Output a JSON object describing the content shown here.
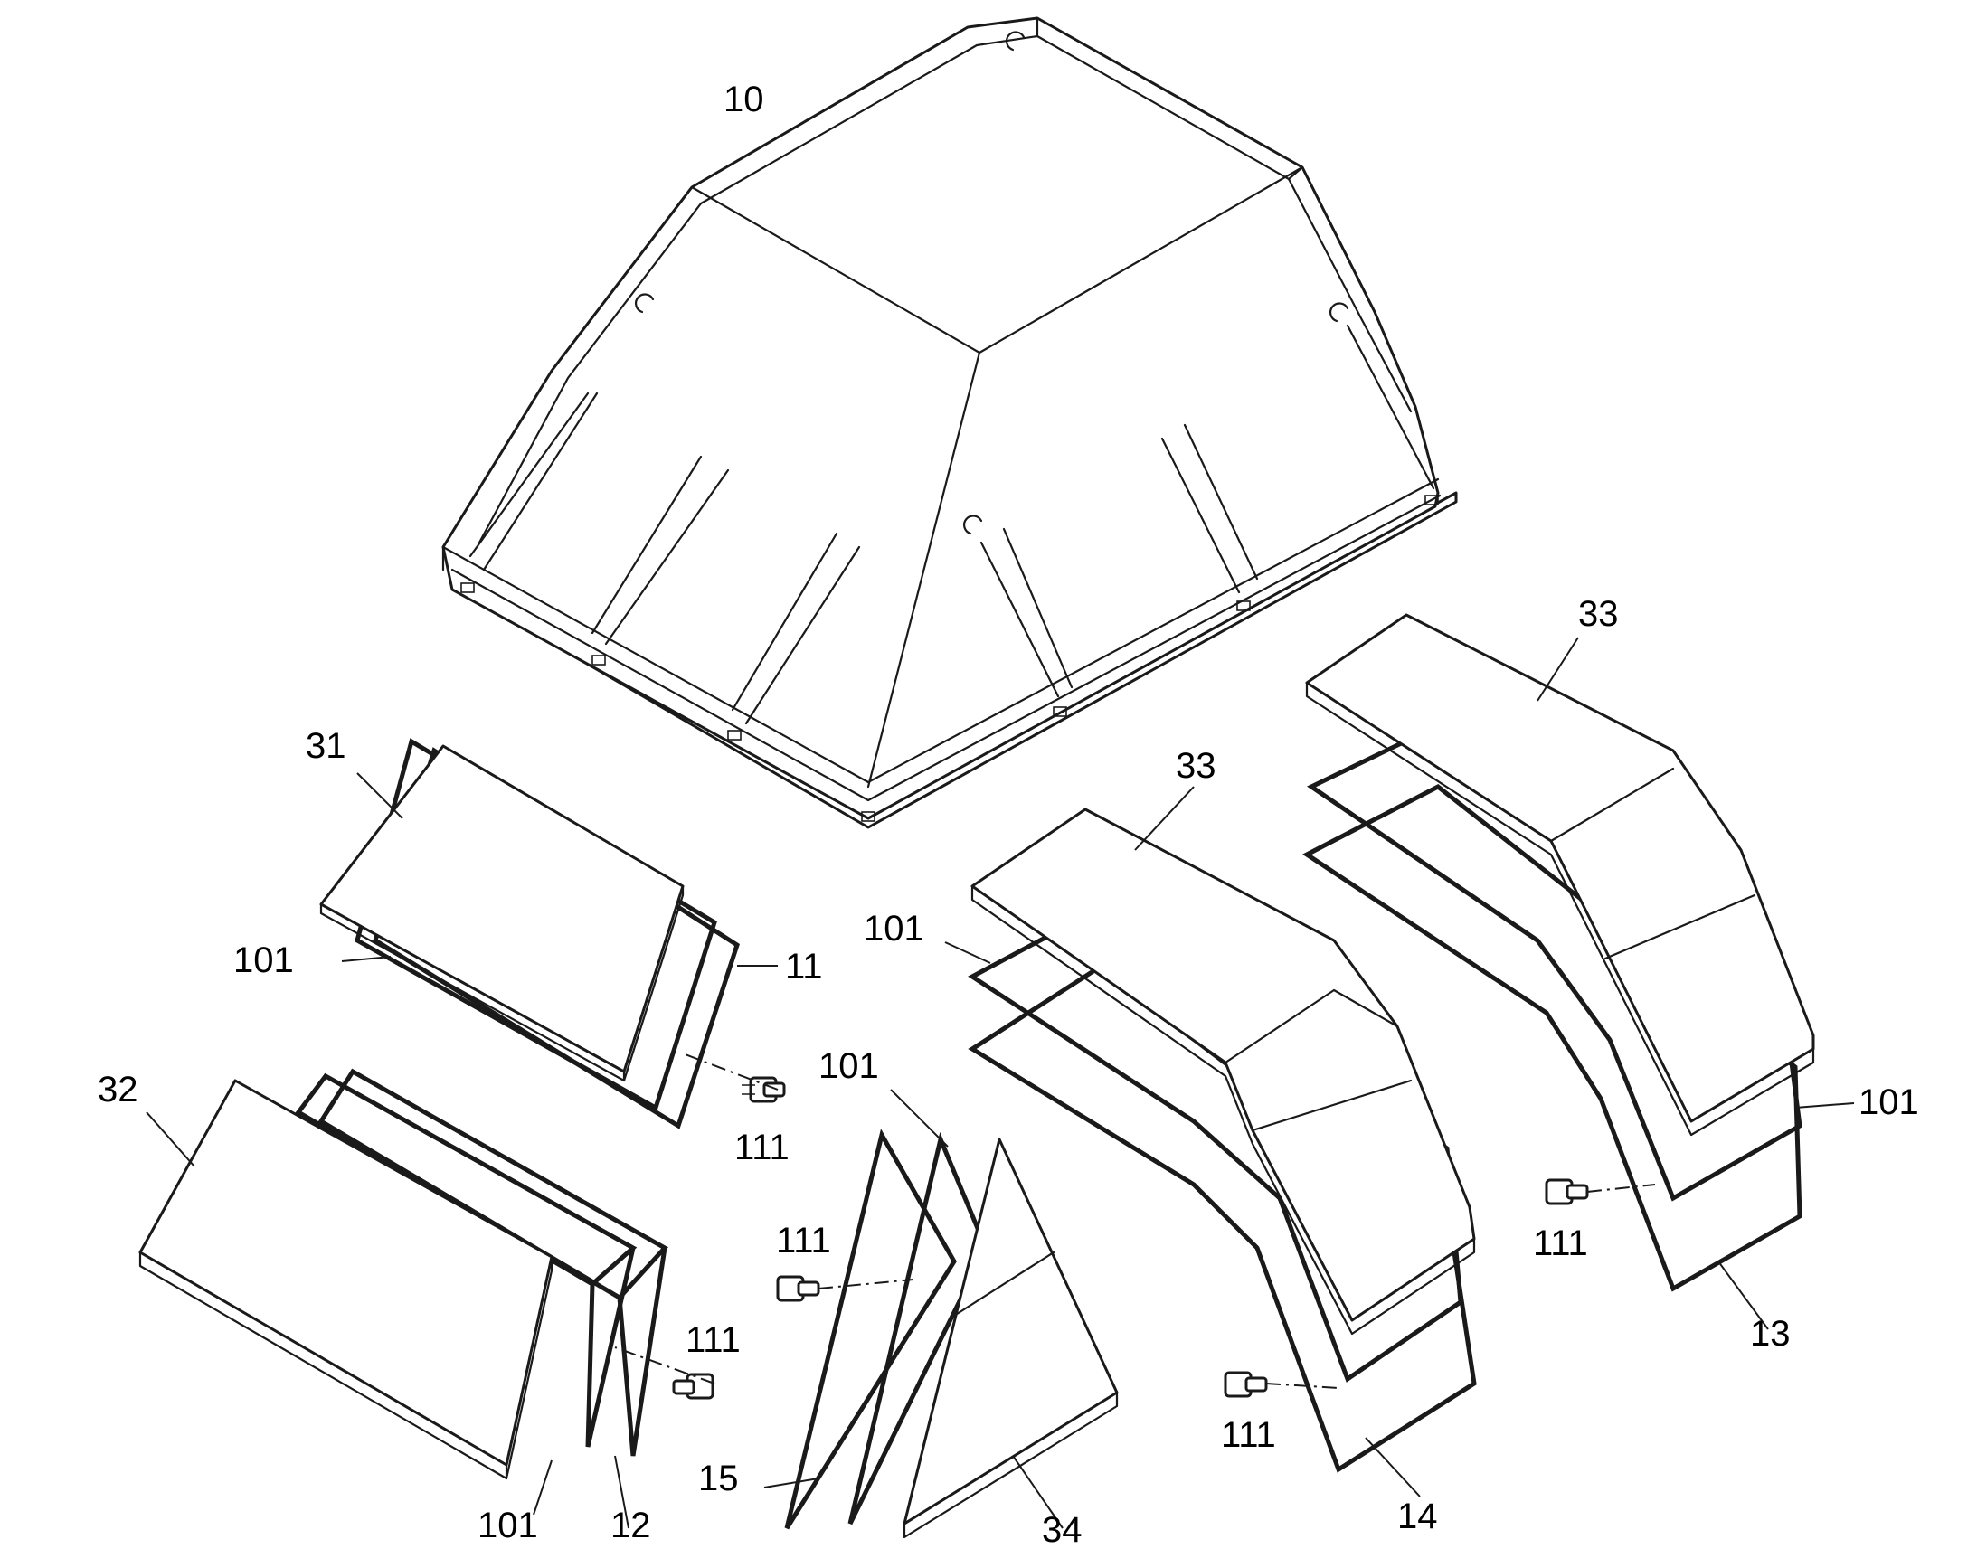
{
  "labels": {
    "housing": "10",
    "window_31": "31",
    "window_32": "32",
    "window_33a": "33",
    "window_33b": "33",
    "window_34": "34",
    "frame_11": "11",
    "frame_12": "12",
    "frame_13": "13",
    "frame_14": "14",
    "frame_15": "15",
    "gasket_a": "101",
    "gasket_b": "101",
    "gasket_c": "101",
    "gasket_d": "101",
    "gasket_e": "101",
    "screw_a": "111",
    "screw_b": "111",
    "screw_c": "111",
    "screw_d": "111",
    "screw_e": "111"
  },
  "colors": {
    "line": "#1a1a1a",
    "background": "#ffffff"
  }
}
